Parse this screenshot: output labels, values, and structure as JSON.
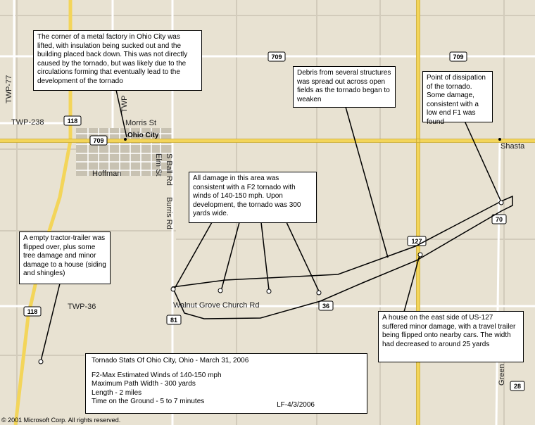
{
  "map": {
    "roads": {
      "twp_77": "TWP-77",
      "twp_238": "TWP-238",
      "twp_36": "TWP-36",
      "morris_st": "Morris  St",
      "elm_st": "Elm St",
      "s_ball_rd": "S Ball Rd",
      "burris_rd": "Burris Rd",
      "walnut_grove_church_rd": "Walnut  Grove  Church  Rd",
      "green": "Green"
    },
    "route_shields": {
      "r709_west": "709",
      "r709_mid": "709",
      "r709_east": "709",
      "r118_north": "118",
      "r118_south": "118",
      "r127": "127",
      "r70": "70",
      "r36": "36",
      "r81": "81",
      "r28": "28"
    },
    "places": {
      "ohio_city": "Ohio City",
      "hoffman": "Hoffman",
      "shasta": "Shasta",
      "twp_partial": "TWP"
    },
    "copyright": "© 2001 Microsoft Corp. All rights reserved.",
    "colors": {
      "background": "#e8e2d2",
      "highway": "#f3d55a",
      "road": "#ffffff",
      "minor_road": "#d2cbbb",
      "town": "#c8c2b2",
      "tornado_path": "#000000"
    }
  },
  "callouts": {
    "factory": "The corner of a metal factory in Ohio City was lifted, with insulation being sucked out and the building placed back down. This was not directly caused by the tornado, but was likely due to the circulations forming that eventually lead to the development of the tornado",
    "debris": "Debris from several structures was spread out across open fields as the tornado began to weaken",
    "dissipation": "Point of dissipation of the tornado. Some damage, consistent with a low end F1 was found",
    "f2_area": "All damage in this area was consistent with a F2 tornado with winds of 140-150 mph. Upon development, the tornado was 300 yards wide.",
    "tractor_trailer": "A empty tractor-trailer was flipped over, plus some tree damage and minor damage to a house (siding and shingles)",
    "house_us127": "A house on the east side of US-127 suffered minor damage, with a travel trailer being flipped onto nearby cars. The width had decreased to around 25 yards"
  },
  "stats": {
    "title": "Tornado Stats Of Ohio City, Ohio - March 31, 2006",
    "max_winds": "F2-Max Estimated Winds of 140-150 mph",
    "max_width": "Maximum Path Width - 300 yards",
    "length": "Length - 2 miles",
    "time_on_ground": "Time on the Ground - 5 to 7 minutes",
    "signature": "LF-4/3/2006"
  }
}
